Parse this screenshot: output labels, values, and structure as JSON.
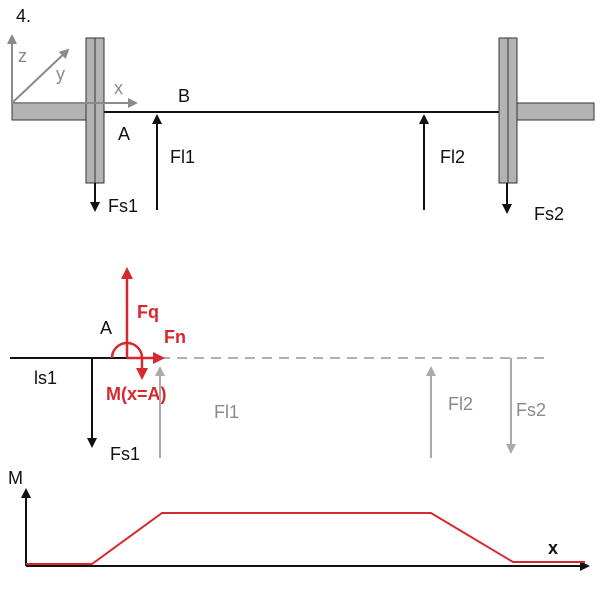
{
  "problem_number": "4.",
  "colors": {
    "black": "#111111",
    "gray": "#8a8a8a",
    "red": "#d7282f",
    "dashed": "#b0b0b0",
    "wheel_fill": "#b3b3b3"
  },
  "top_diagram": {
    "axes": {
      "z": "z",
      "y": "y",
      "x": "x"
    },
    "point_a": "A",
    "point_b": "B",
    "forces": {
      "fs1": "Fs1",
      "fl1": "Fl1",
      "fl2": "Fl2",
      "fs2": "Fs2"
    }
  },
  "free_body": {
    "point_a": "A",
    "fq": "Fq",
    "fn": "Fn",
    "moment": "M(x=A)",
    "ls1": "ls1",
    "fs1": "Fs1",
    "fl1": "Fl1",
    "fl2": "Fl2",
    "fs2": "Fs2"
  },
  "moment_plot": {
    "y_axis": "M",
    "x_axis": "x",
    "shape": "trapezoid"
  }
}
